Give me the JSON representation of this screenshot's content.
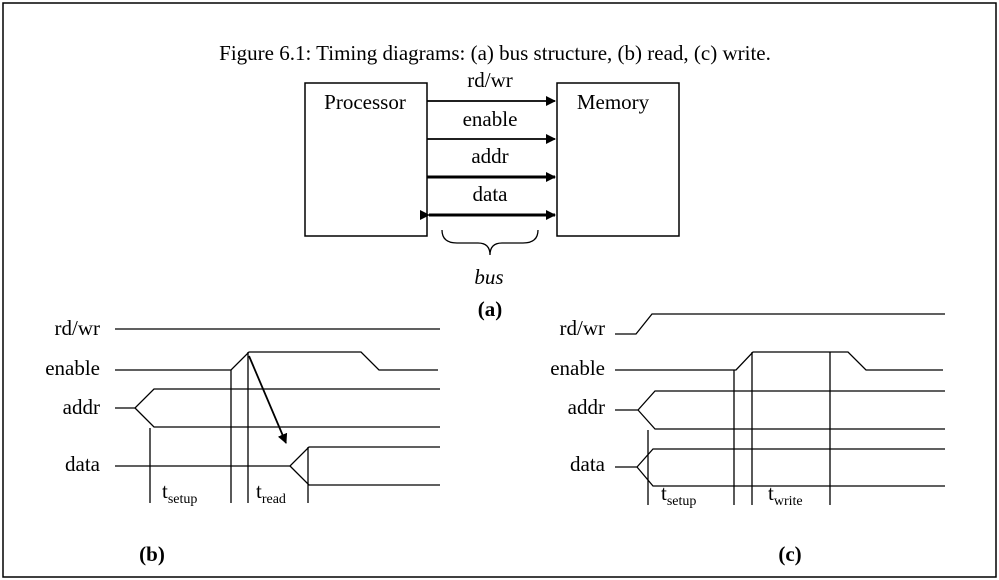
{
  "title": "Figure 6.1: Timing diagrams: (a) bus structure, (b) read, (c) write.",
  "bus_structure": {
    "left_block": "Processor",
    "right_block": "Memory",
    "signals": [
      "rd/wr",
      "enable",
      "addr",
      "data"
    ],
    "bus_label": "bus",
    "caption": "(a)"
  },
  "read_diagram": {
    "signals": [
      "rd/wr",
      "enable",
      "addr",
      "data"
    ],
    "t1": "t",
    "t1_sub": "setup",
    "t2": "t",
    "t2_sub": "read",
    "caption": "(b)"
  },
  "write_diagram": {
    "signals": [
      "rd/wr",
      "enable",
      "addr",
      "data"
    ],
    "t1": "t",
    "t1_sub": "setup",
    "t2": "t",
    "t2_sub": "write",
    "caption": "(c)"
  }
}
